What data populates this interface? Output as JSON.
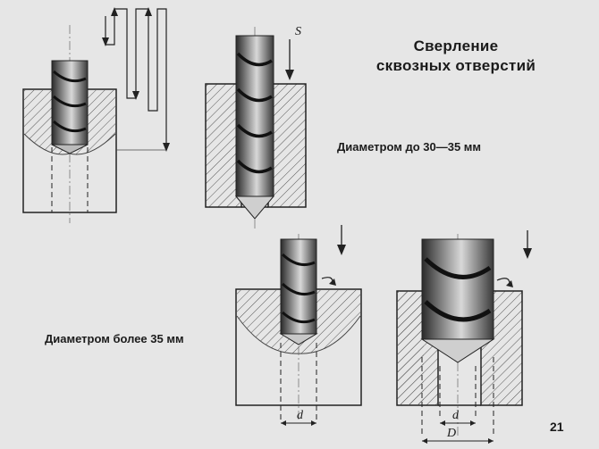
{
  "title": {
    "line1": "Сверление",
    "line2": "сквозных отверстий"
  },
  "labels": {
    "small_diameter": "Диаметром до 30—35 мм",
    "large_diameter": "Диаметром более 35 мм",
    "feed_symbol": "S",
    "dim_d_small": "d",
    "dim_d_large": "d",
    "dim_D": "D"
  },
  "page_number": "21",
  "colors": {
    "background": "#e6e6e6",
    "ink": "#1b1b1b"
  }
}
